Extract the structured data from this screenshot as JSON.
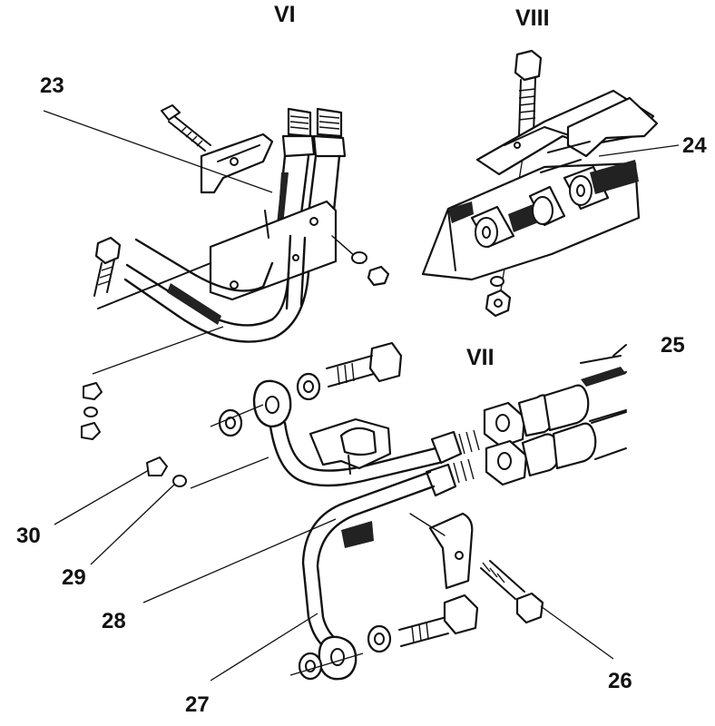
{
  "groups": {
    "vi": "VI",
    "vii": "VII",
    "viii": "VIII"
  },
  "callouts": {
    "c23": "23",
    "c24": "24",
    "c25": "25",
    "c26": "26",
    "c27": "27",
    "c28": "28",
    "c29": "29",
    "c30": "30"
  }
}
